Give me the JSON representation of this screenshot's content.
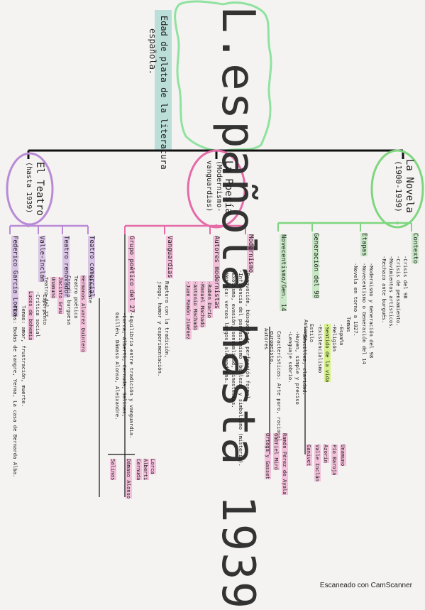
{
  "title": "L.española hasta 1939",
  "subtitle": [
    "Edad de plata de la literatura",
    "española."
  ],
  "branches": {
    "novela": {
      "title": "La Novela",
      "years": "(1900-1939)"
    },
    "poesia": {
      "title": "La Poesía",
      "sub": [
        "(Modernismo-",
        "vanguardias)"
      ]
    },
    "teatro": {
      "title": "El Teatro",
      "years": "(hasta 1939)"
    }
  },
  "novela": {
    "contexto": {
      "label": "Contexto",
      "lines": [
        "-Crisis del 98",
        "-Crisis de pensamiento.",
        "-Movimientos artísticos.",
        "-Rechazo ante burgués."
      ]
    },
    "etapas": {
      "label": "Etapas",
      "lines": [
        "-Modernismo y Generación del 98",
        "-Novecentismo o Generación del 14",
        "-Novela en torno a 1927."
      ]
    },
    "gen98": {
      "label": "Generación del 98",
      "temas": [
        "Temas",
        "-España",
        "-Religión",
        "-Sentido de la vida",
        "-Existencialismo"
      ],
      "estilo": [
        "Estilo",
        "-Sencillez, claridad.",
        "-Huyen, simple y preciso",
        "-Lenguaje sobrio."
      ],
      "autores": [
        "Autores",
        "Unamuno",
        "Pío Baroja",
        "Azorín",
        "Valle Inclán",
        "Ganivet"
      ]
    },
    "novecentismo": {
      "label": "Novecentismo/Gen. 14",
      "car": [
        "Características: Arte puro, racional,",
        "europeísta."
      ],
      "autores": [
        "Autores",
        "Ramón Pérez de Ayala",
        "Gabriel Miró",
        "Ortega y Gasset"
      ]
    }
  },
  "poesia": {
    "modernismo": {
      "label": "Modernismo",
      "lines": [
        "-Renovación, búsqueda de perfección formal.",
        "-Influencia del parnasianismo (belleza) y simbolismo (misterio).",
        "-Exotismo, evasión, sensualidad, sinestesias.",
        "-Métrica: versos largos, alejandrino."
      ]
    },
    "autores_mod": {
      "label": "Autores modernistas",
      "lines": [
        "-Rubén Darío",
        "-Manuel Machado",
        "-Antonio Machado",
        "-Juan Ramón Jiménez"
      ]
    },
    "vanguardias": {
      "label": "Vanguardias",
      "lines": [
        "Ruptura con la tradición,",
        "juego, humor y experimentación."
      ]
    },
    "g27": {
      "label": "Grupo poético del 27",
      "lines": [
        "-Equilibrio entre tradición y vanguardia.",
        "-Lorca, Alberti, Cernuda, Salinas,",
        "Guillén, Dámaso Alonso, Aleixandre."
      ],
      "autores": [
        "Lorca",
        "Alberti",
        "Cernuda",
        "Dámaso Alonso",
        "Salinas"
      ]
    }
  },
  "teatro": {
    "comercial": {
      "label": "Teatro comercial",
      "lines": [
        "Benavente",
        "Hermanos Álvarez Quintero",
        "Teatro poético",
        "Comedia burguesa"
      ]
    },
    "renovador": {
      "label": "Teatro renovador",
      "lines": [
        "Jacinto Grau",
        "Unamuno",
        "Teatro del 27"
      ]
    },
    "valle": {
      "label": "Valle-Inclán",
      "lines": [
        "-Esperpento",
        "-Crítica social",
        "Luces de bohemia"
      ]
    },
    "lorca": {
      "label": "Federico García Lorca",
      "lines": [
        "Temas: amor, frustración, muerte.",
        "Obras: Bodas de sangre, Yerma, La casa de Bernarda Alba."
      ]
    }
  },
  "footer": "Escaneado con CamScanner",
  "colors": {
    "novela": "#7fd67f",
    "poesia": "#e66aa8",
    "teatro": "#b98ad6",
    "title_cloud": "#8fe29f",
    "subtitle": "#52b8a8"
  }
}
